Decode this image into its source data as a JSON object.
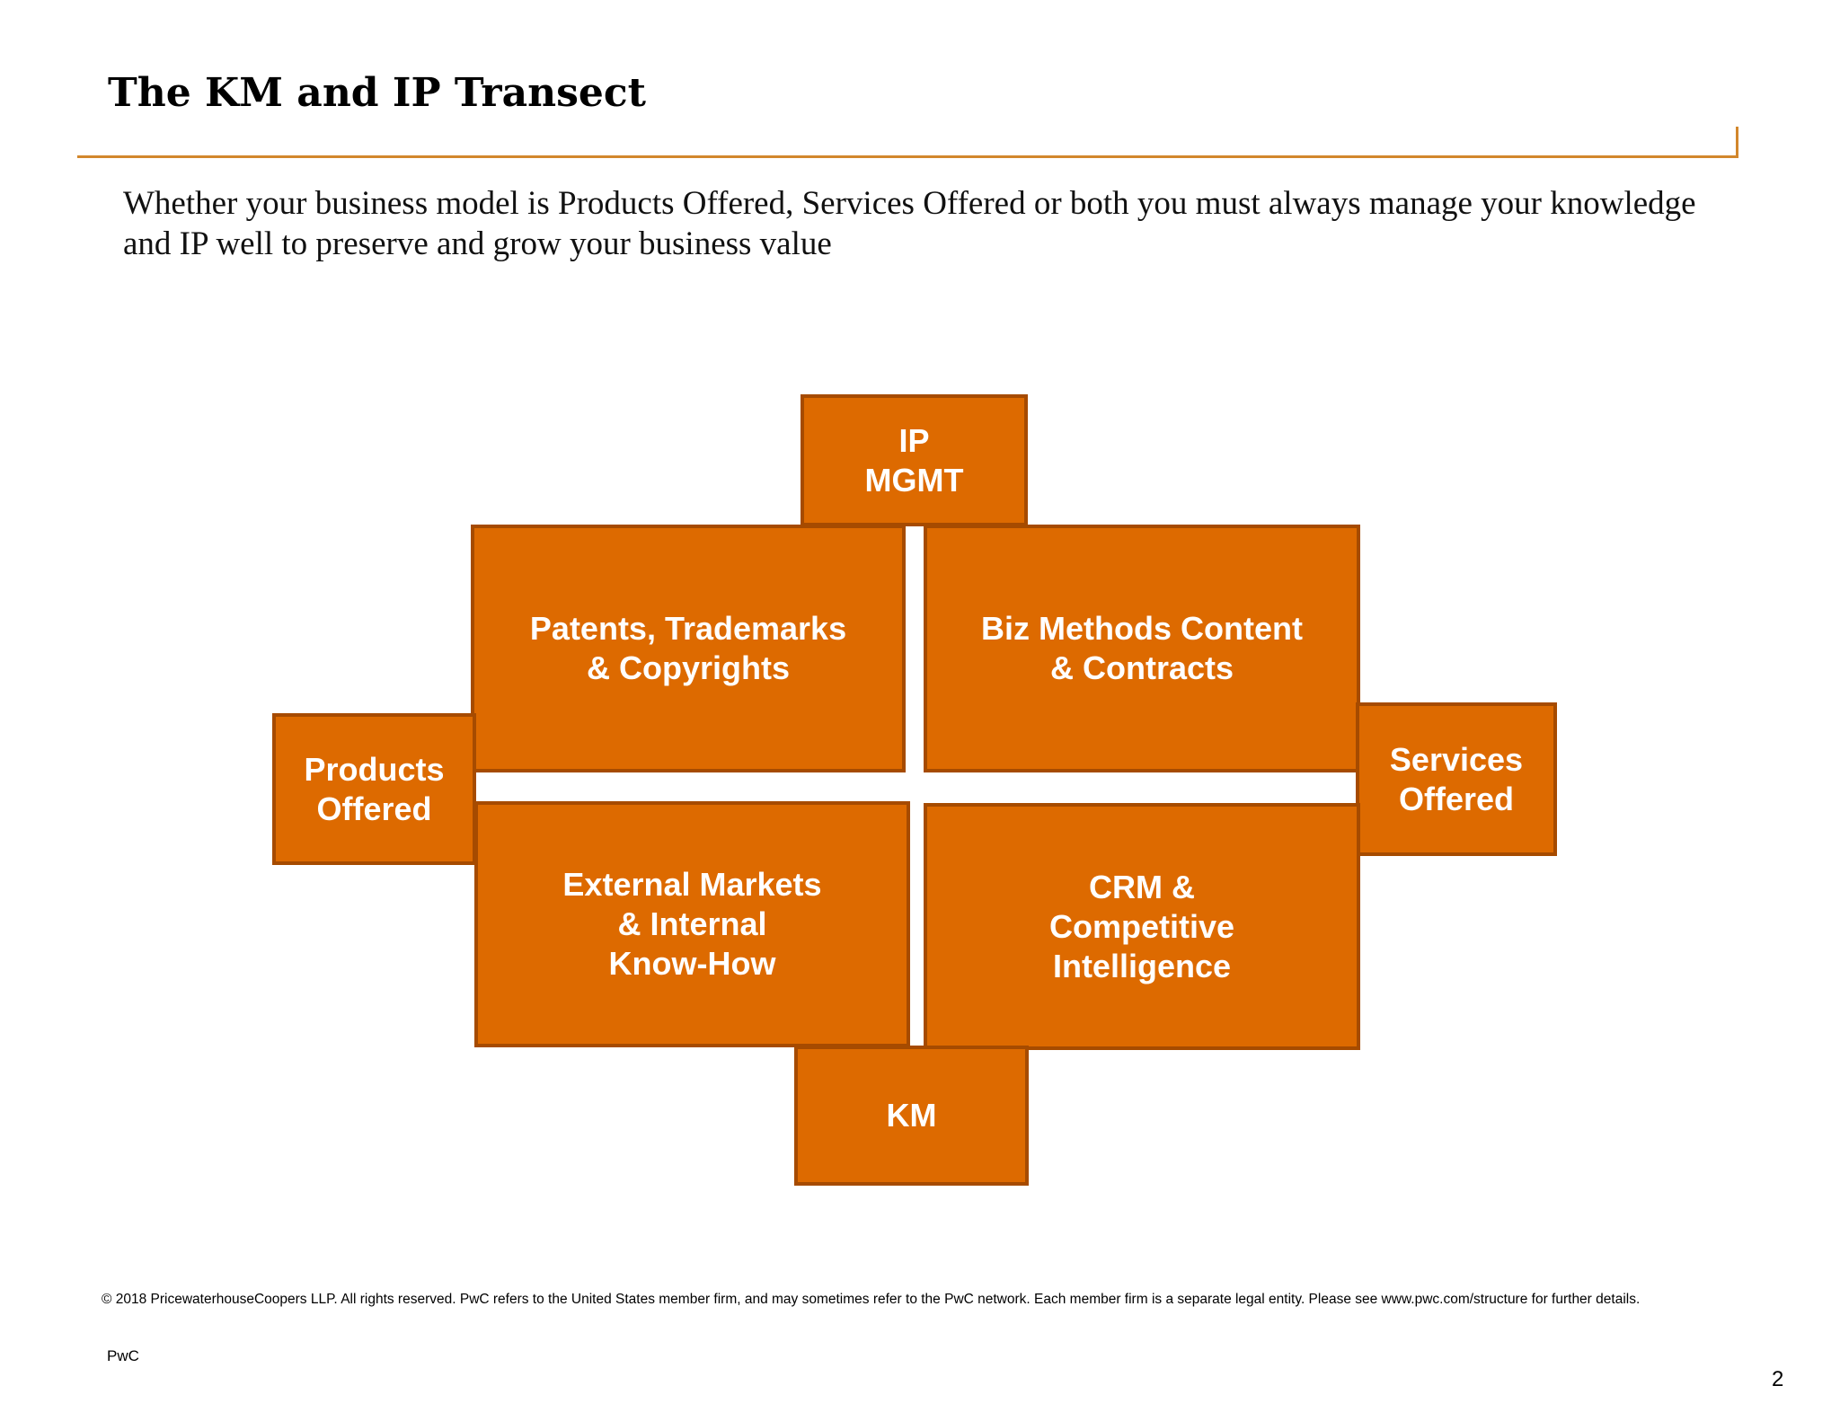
{
  "slide": {
    "title": "The KM and IP Transect",
    "subtitle": "Whether your business model is Products Offered, Services Offered or both you must always manage your knowledge and IP well to preserve and grow your business value"
  },
  "diagram": {
    "fill_color": "#dd6a00",
    "border_color": "#a64b00",
    "boxes": {
      "ip_mgmt": "IP\nMGMT",
      "patents": "Patents, Trademarks\n& Copyrights",
      "biz_methods": "Biz Methods Content\n& Contracts",
      "products_offered": "Products\nOffered",
      "services_offered": "Services\nOffered",
      "external_markets": "External Markets\n& Internal\nKnow-How",
      "crm": "CRM &\nCompetitive\nIntelligence",
      "km": "KM"
    }
  },
  "footer": {
    "legal": "© 2018 PricewaterhouseCoopers LLP. All rights reserved. PwC refers to the United States member firm, and may sometimes refer to the PwC network. Each member firm is a separate legal entity. Please see www.pwc.com/structure for further details.",
    "brand": "PwC",
    "page_number": "2"
  }
}
